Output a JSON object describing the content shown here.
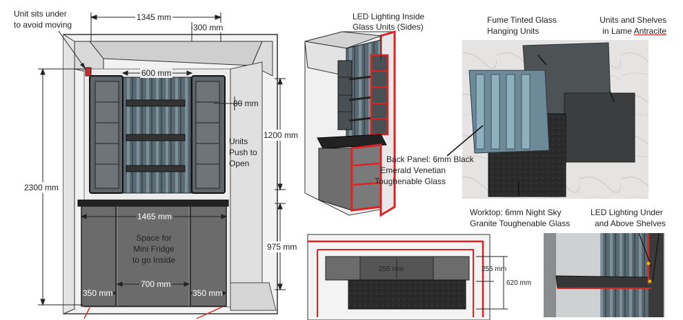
{
  "left": {
    "note_unit": [
      "Unit sits under",
      "to avoid moving"
    ],
    "dim_width_top": "1345 mm",
    "dim_300": "300 mm",
    "dim_600": "600 mm",
    "dim_80": "80 mm",
    "dim_1200": "1200 mm",
    "units_push": [
      "Units",
      "Push to",
      "Open"
    ],
    "dim_2300": "2300 mm",
    "dim_1465": "1465 mm",
    "fridge_text": [
      "Space for",
      "Mini Fridge",
      "to go Inside"
    ],
    "dim_975": "975 mm",
    "dim_350_left": "350 mm",
    "dim_700": "700 mm",
    "dim_350_right": "350 mm"
  },
  "middle": {
    "led_sides": [
      "LED Lighting Inside",
      "Glass Units (Sides)"
    ],
    "back_panel": [
      "Back Panel: 6mm Black",
      "Emerald Venetian",
      "Toughenable Glass"
    ],
    "section_255_inner": "255 mm",
    "section_255_outer": "255 mm",
    "section_620": "620 mm"
  },
  "right": {
    "fume": [
      "Fume Tinted Glass",
      "Hanging Units"
    ],
    "units_shelves_1": "Units and Shelves",
    "units_shelves_2a": "in Lame ",
    "units_shelves_2b": "Antracite",
    "worktop": [
      "Worktop: 6mm Night Sky",
      "Granite Toughenable Glass"
    ],
    "led_under": [
      "LED Lighting Under",
      "and Above Shelves"
    ]
  }
}
